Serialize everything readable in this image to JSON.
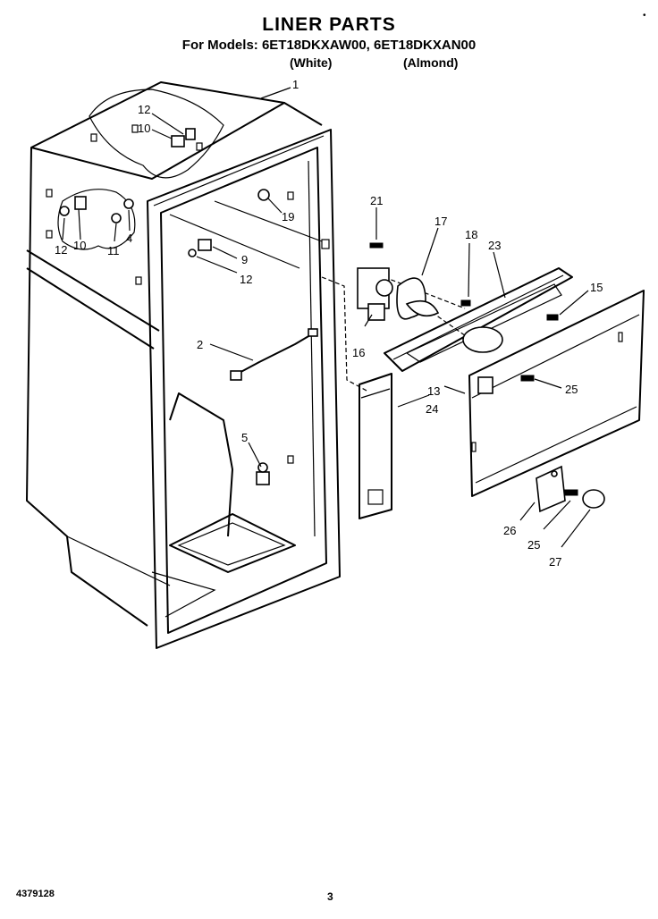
{
  "header": {
    "title": "LINER PARTS",
    "models": "For Models: 6ET18DKXAW00, 6ET18DKXAN00",
    "color_white": "(White)",
    "color_almond": "(Almond)"
  },
  "callouts": [
    {
      "id": "c1",
      "text": "1"
    },
    {
      "id": "c12a",
      "text": "12"
    },
    {
      "id": "c10a",
      "text": "10"
    },
    {
      "id": "c12b",
      "text": "12"
    },
    {
      "id": "c10b",
      "text": "10"
    },
    {
      "id": "c11",
      "text": "11"
    },
    {
      "id": "c4",
      "text": "4"
    },
    {
      "id": "c19",
      "text": "19"
    },
    {
      "id": "c9",
      "text": "9"
    },
    {
      "id": "c12c",
      "text": "12"
    },
    {
      "id": "c2",
      "text": "2"
    },
    {
      "id": "c5",
      "text": "5"
    },
    {
      "id": "c21",
      "text": "21"
    },
    {
      "id": "c17",
      "text": "17"
    },
    {
      "id": "c18",
      "text": "18"
    },
    {
      "id": "c23",
      "text": "23"
    },
    {
      "id": "c16",
      "text": "16"
    },
    {
      "id": "c15",
      "text": "15"
    },
    {
      "id": "c25a",
      "text": "25"
    },
    {
      "id": "c13",
      "text": "13"
    },
    {
      "id": "c24",
      "text": "24"
    },
    {
      "id": "c26",
      "text": "26"
    },
    {
      "id": "c25b",
      "text": "25"
    },
    {
      "id": "c27",
      "text": "27"
    }
  ],
  "footer": {
    "doc_number": "4379128",
    "page_number": "3",
    "corner_mark": "•"
  }
}
